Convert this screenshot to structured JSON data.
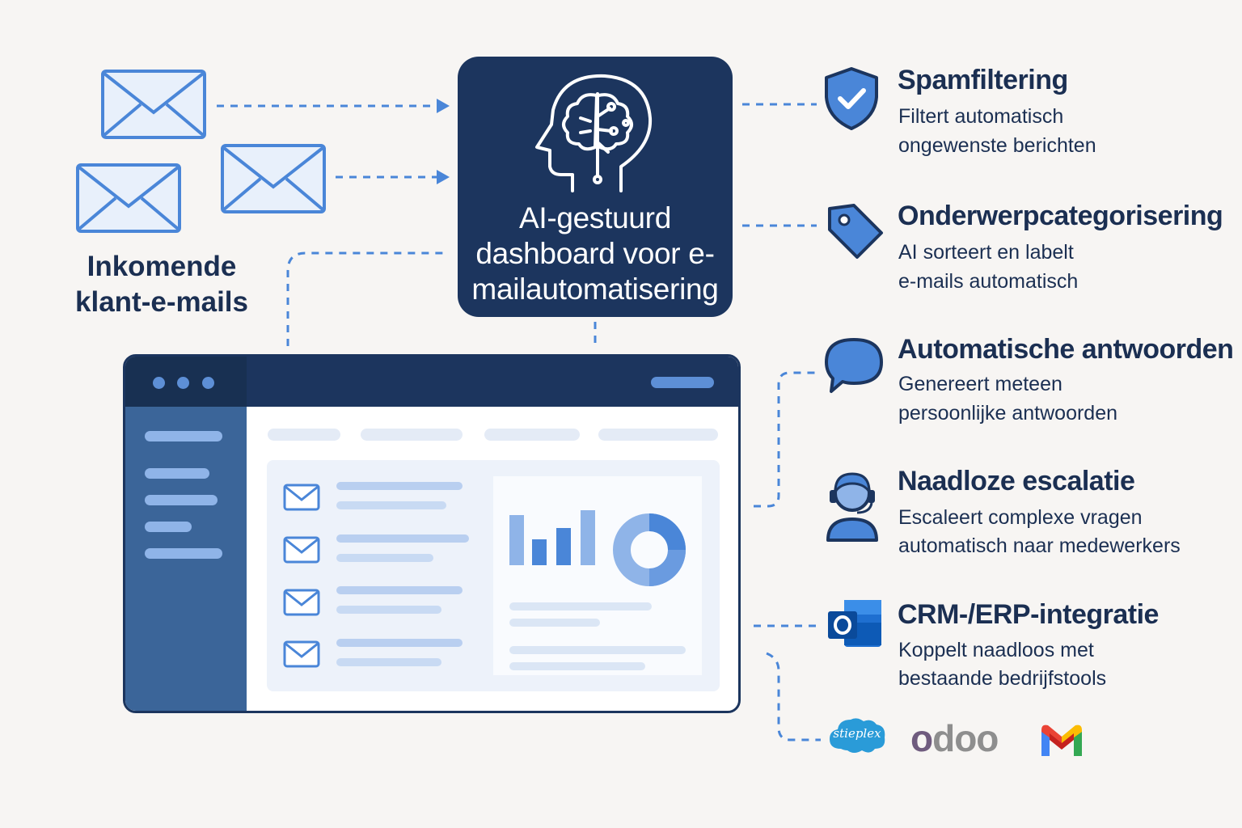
{
  "incoming": {
    "label": "Inkomende\nklant-e-mails"
  },
  "ai_box": {
    "title": "AI-gestuurd dashboard voor e-mailautomatisering",
    "icon": "ai-brain-head-icon"
  },
  "features": [
    {
      "title": "Spamfiltering",
      "desc_line1": "Filtert automatisch",
      "desc_line2": "ongewenste berichten",
      "icon": "shield-check-icon"
    },
    {
      "title": "Onderwerpcategorisering",
      "desc_line1": "AI sorteert en labelt",
      "desc_line2": "e-mails automatisch",
      "icon": "tag-icon"
    },
    {
      "title": "Automatische antwoorden",
      "desc_line1": "Genereert meteen",
      "desc_line2": "persoonlijke antwoorden",
      "icon": "chat-bubble-icon"
    },
    {
      "title": "Naadloze escalatie",
      "desc_line1": "Escaleert complexe vragen",
      "desc_line2": "automatisch naar medewerkers",
      "icon": "support-agent-icon"
    },
    {
      "title": "CRM-/ERP-integratie",
      "desc_line1": "Koppelt naadloos met",
      "desc_line2": "bestaande bedrijfstools",
      "icon": "outlook-icon"
    }
  ],
  "logos": {
    "salesforce": "stieplex",
    "odoo_first": "o",
    "odoo_rest": "doo",
    "gmail_icon": "gmail-icon"
  },
  "colors": {
    "navy": "#1c355e",
    "accent_blue": "#4a86d8",
    "light_blue": "#8fb4e8",
    "background": "#f7f5f3"
  }
}
